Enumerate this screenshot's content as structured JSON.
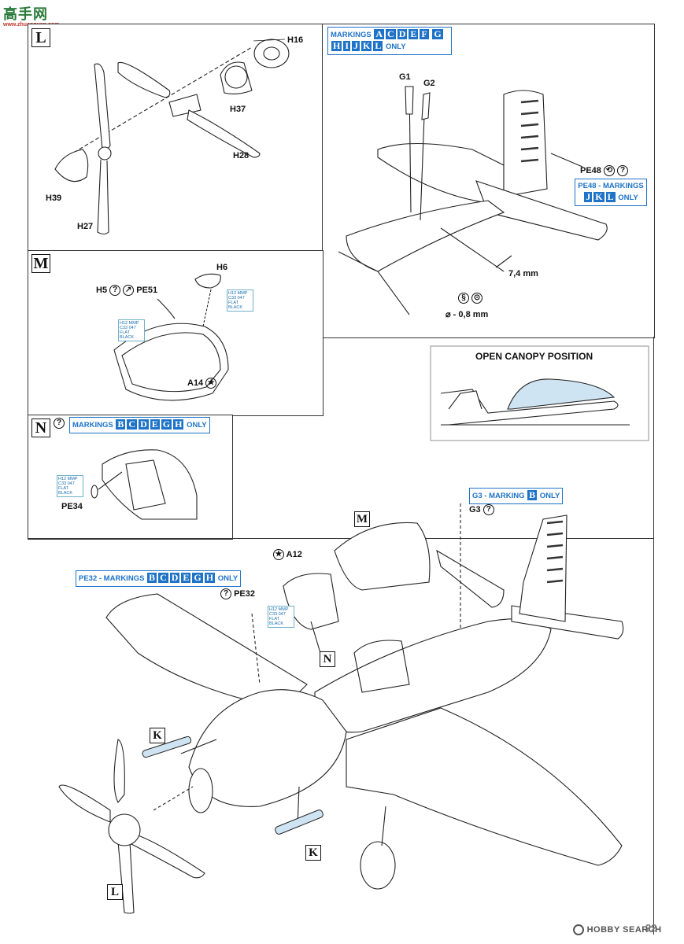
{
  "watermark": {
    "logo_text": "高手网",
    "url": "www.zhuanguan.com"
  },
  "steps": {
    "L": "L",
    "M": "M",
    "N": "N"
  },
  "step_L": {
    "parts": {
      "h16": "H16",
      "h37": "H37",
      "h28": "H28",
      "h39": "H39",
      "h27": "H27"
    }
  },
  "step_tail": {
    "markings_label": "MARKINGS",
    "markings_letters": [
      "A",
      "C",
      "D",
      "E",
      "F",
      "G",
      "H",
      "I",
      "J",
      "K",
      "L"
    ],
    "markings_suffix": "ONLY",
    "g1": "G1",
    "g2": "G2",
    "pe48": "PE48",
    "pe48_markings_label": "PE48 - MARKINGS",
    "pe48_letters": [
      "J",
      "K",
      "L"
    ],
    "pe48_suffix": "ONLY",
    "dim1": "7,4 mm",
    "dim2": "⌀ - 0,8 mm"
  },
  "step_M": {
    "h6": "H6",
    "h5": "H5",
    "pe51": "PE51",
    "a14": "A14",
    "paint1": {
      "l1": "H12 MMP",
      "l2": "C33 047",
      "l3": "FLAT BLACK"
    },
    "paint2": {
      "l1": "H12 MMP",
      "l2": "C33 047",
      "l3": "FLAT BLACK"
    }
  },
  "canopy_box": {
    "title": "OPEN CANOPY POSITION"
  },
  "step_N": {
    "markings_label": "MARKINGS",
    "letters": [
      "B",
      "C",
      "D",
      "E",
      "G",
      "H"
    ],
    "suffix": "ONLY",
    "pe34": "PE34",
    "paint": {
      "l1": "H12 MMP",
      "l2": "C33 047",
      "l3": "FLAT BLACK"
    }
  },
  "main": {
    "g3_label": "G3 - MARKING",
    "g3_letter": "B",
    "g3_suffix": "ONLY",
    "g3": "G3",
    "m_ref": "M",
    "a12": "A12",
    "pe32_label": "PE32 - MARKINGS",
    "pe32_letters": [
      "B",
      "C",
      "D",
      "E",
      "G",
      "H"
    ],
    "pe32_suffix": "ONLY",
    "pe32": "PE32",
    "paint": {
      "l1": "H12 MMP",
      "l2": "C33 047",
      "l3": "FLAT BLACK"
    },
    "n_ref": "N",
    "k_ref1": "K",
    "k_ref2": "K",
    "l_ref": "L"
  },
  "footer": {
    "brand": "HOBBY SEARCH",
    "page": "22"
  },
  "colors": {
    "marking_blue": "#1e73c8",
    "part_blue": "#cfe4f2",
    "line": "#333333"
  }
}
